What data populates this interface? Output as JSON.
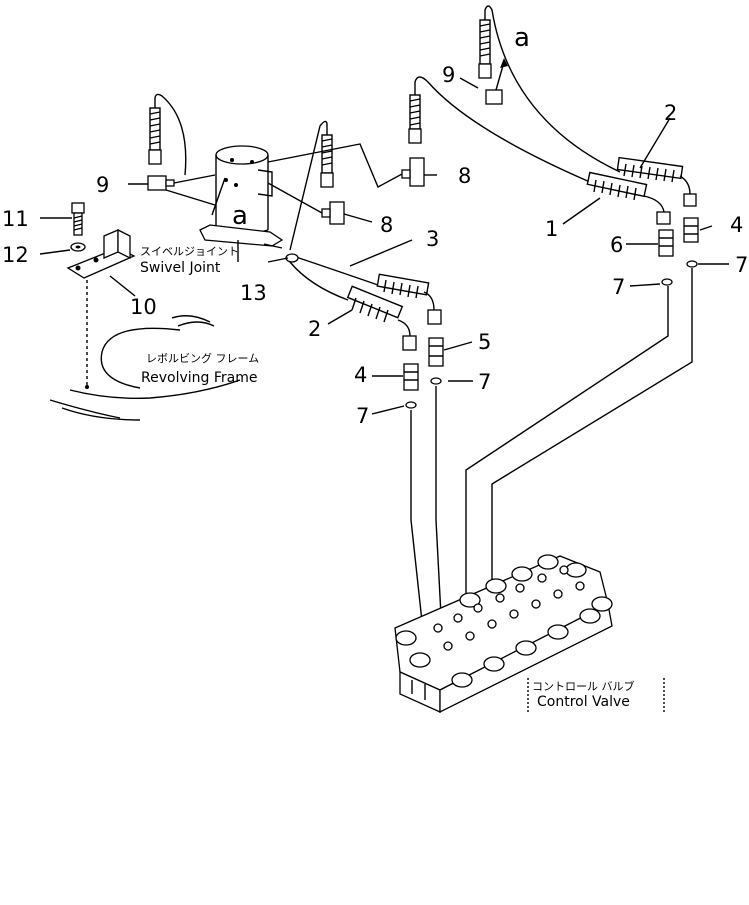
{
  "callouts": {
    "n1": "1",
    "n2a": "2",
    "n2b": "2",
    "n3": "3",
    "n4a": "4",
    "n4b": "4",
    "n5": "5",
    "n6": "6",
    "n7a": "7",
    "n7b": "7",
    "n7c": "7",
    "n7d": "7",
    "n8a": "8",
    "n8b": "8",
    "n9a": "9",
    "n9b": "9",
    "n10": "10",
    "n11": "11",
    "n12": "12",
    "n13": "13",
    "a1": "a",
    "a2": "a"
  },
  "labels": {
    "swivel_joint_jp": "スイベルジョイント",
    "swivel_joint_en": "Swivel  Joint",
    "revolving_frame_jp": "レボルビング フレーム",
    "revolving_frame_en": "Revolving Frame",
    "control_valve_jp": "コントロール バルブ",
    "control_valve_en": "Control Valve"
  }
}
